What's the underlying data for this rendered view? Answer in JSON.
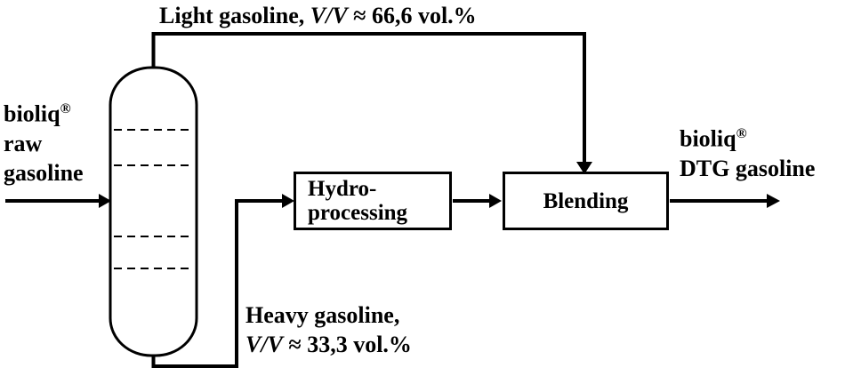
{
  "diagram": {
    "top_stream": {
      "prefix": "Light gasoline, ",
      "vv": "V/V",
      "suffix": " ≈ 66,6 vol.%"
    },
    "feed": {
      "name": "bioliq",
      "registered": "®",
      "line2": "raw",
      "line3": "gasoline"
    },
    "heavy_stream": {
      "line1": "Heavy gasoline,",
      "vv": "V/V",
      "suffix": " ≈ 33,3 vol.%"
    },
    "hydroprocessing": {
      "line1": "Hydro-",
      "line2": "processing"
    },
    "blending": {
      "label": "Blending"
    },
    "product": {
      "name": "bioliq",
      "registered": "®",
      "line2": "DTG gasoline"
    },
    "colors": {
      "line": "#000000",
      "background": "#ffffff"
    }
  }
}
